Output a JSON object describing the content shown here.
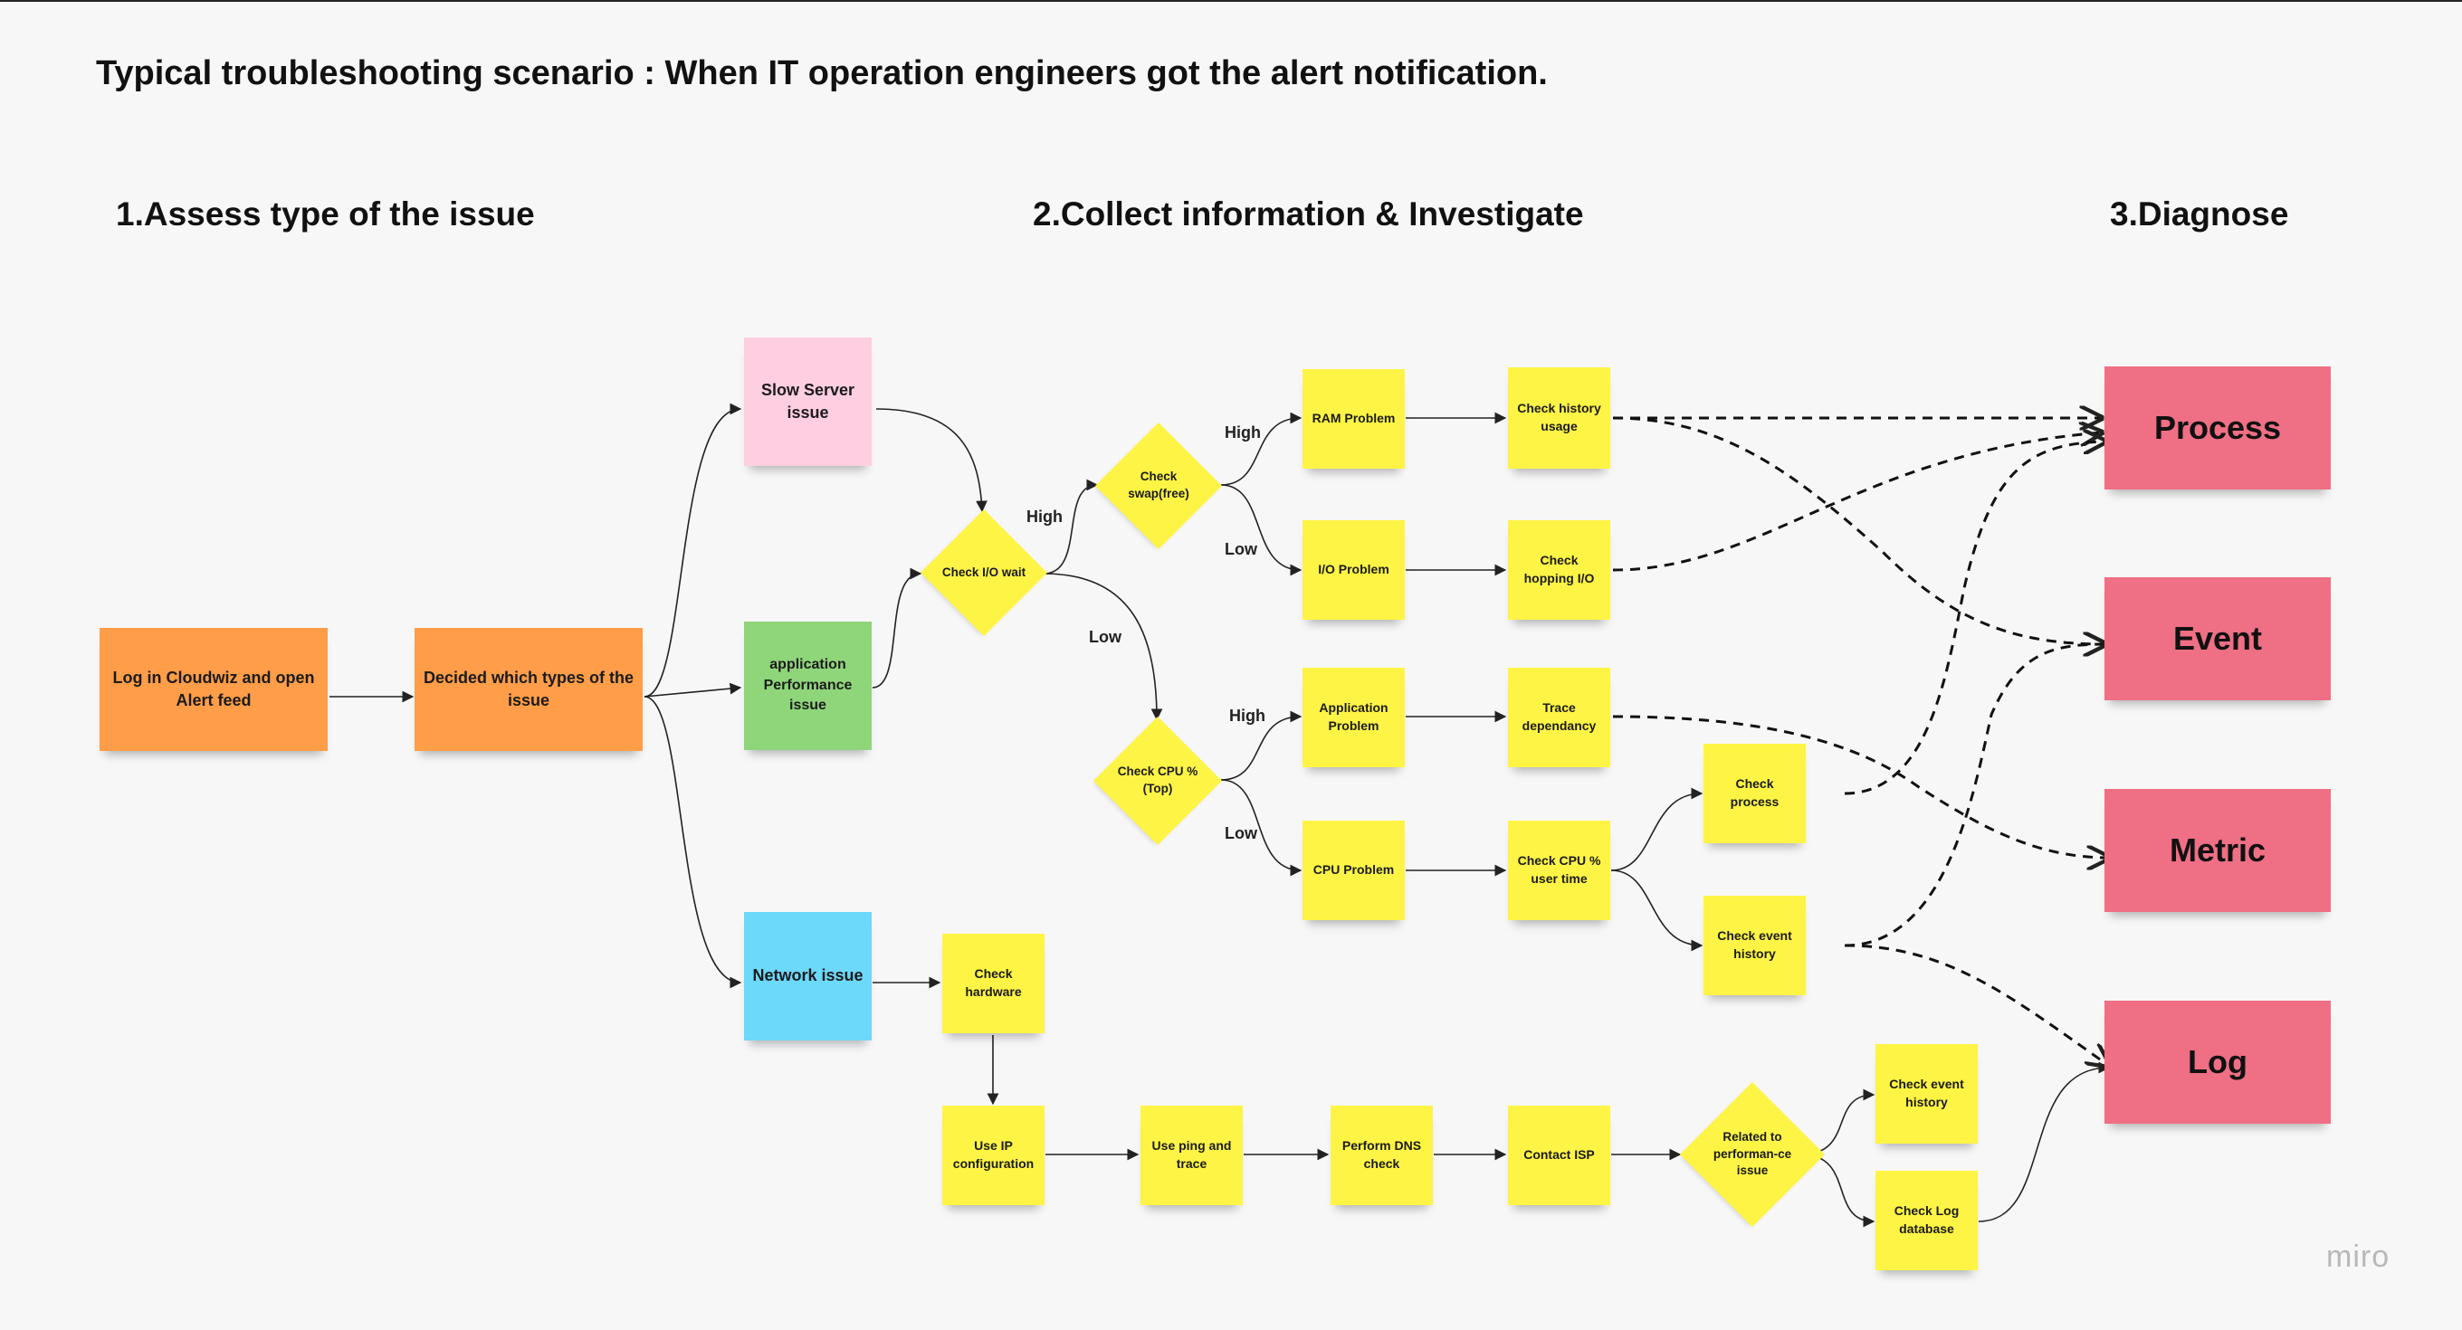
{
  "title": "Typical troubleshooting scenario : When IT operation engineers got the alert notification.",
  "phases": {
    "assess": "1.Assess type of the issue",
    "collect": "2.Collect information & Investigate",
    "diagnose": "3.Diagnose"
  },
  "notes": {
    "login": "Log in Cloudwiz and open Alert feed",
    "decide": "Decided which types of the issue",
    "slow_server": "Slow Server issue",
    "app_perf": "application Performance issue",
    "network": "Network issue",
    "check_io_wait": "Check I/O wait",
    "check_swap": "Check swap(free)",
    "check_cpu": "Check CPU % (Top)",
    "ram_problem": "RAM Problem",
    "io_problem": "I/O Problem",
    "app_problem": "Application Problem",
    "cpu_problem": "CPU Problem",
    "check_history_usage": "Check history usage",
    "check_hopping_io": "Check hopping I/O",
    "trace_dependancy": "Trace dependancy",
    "check_cpu_user_time": "Check CPU % user time",
    "check_process": "Check process",
    "check_event_history_1": "Check event history",
    "check_hardware": "Check hardware",
    "use_ip_config": "Use IP configuration",
    "use_ping_trace": "Use ping and trace",
    "perform_dns": "Perform DNS check",
    "contact_isp": "Contact ISP",
    "related_perf": "Related to performan-ce issue",
    "check_event_history_2": "Check event history",
    "check_log_db": "Check Log database"
  },
  "edge_labels": {
    "io_high": "High",
    "io_low": "Low",
    "swap_high": "High",
    "swap_low": "Low",
    "cpu_high": "High",
    "cpu_low": "Low"
  },
  "outcomes": {
    "process": "Process",
    "event": "Event",
    "metric": "Metric",
    "log": "Log"
  },
  "watermark": "miro",
  "colors": {
    "orange": "#ff9d48",
    "pink": "#ffcee0",
    "green": "#8fd57a",
    "blue": "#6cd8fa",
    "yellow": "#fef445",
    "red": "#ef6f84"
  }
}
